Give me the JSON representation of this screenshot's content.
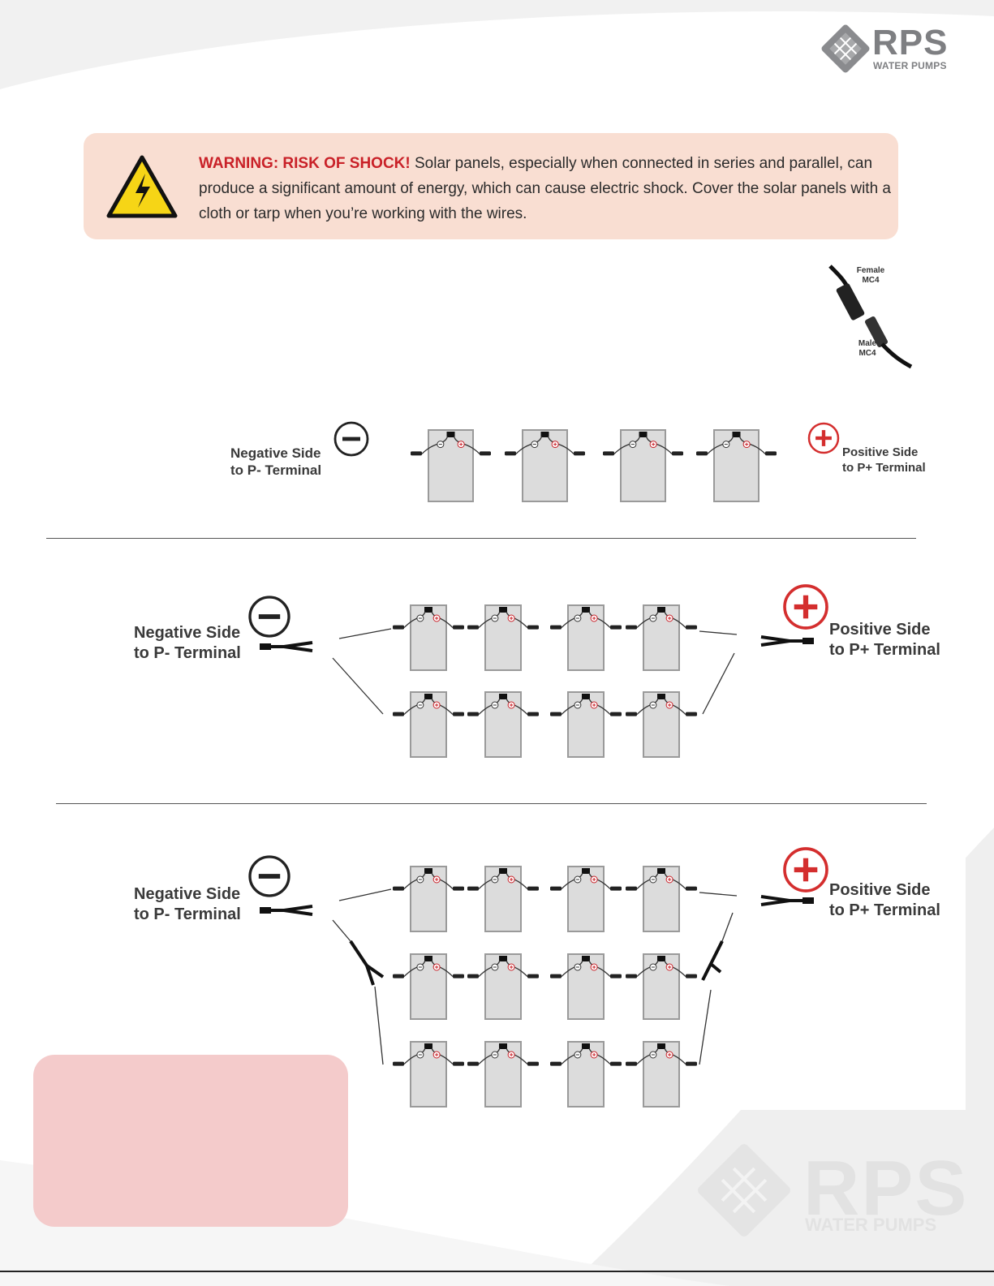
{
  "brand": {
    "title": "RPS",
    "subtitle": "WATER PUMPS"
  },
  "warning": {
    "heading": "WARNING: RISK OF SHOCK!",
    "body": " Solar panels, especially when connected in series and parallel, can produce a significant amount of energy, which can cause electric shock. Cover the solar panels with a cloth or tarp when you’re working with the wires."
  },
  "mc4": {
    "female": "Female MC4",
    "male": "Male MC4"
  },
  "diagrams": [
    {
      "negative_label_1": "Negative Side",
      "negative_label_2": "to P- Terminal",
      "positive_label_1": "Positive Side",
      "positive_label_2": "to P+ Terminal"
    },
    {
      "negative_label_1": "Negative Side",
      "negative_label_2": "to P- Terminal",
      "positive_label_1": "Positive Side",
      "positive_label_2": "to P+ Terminal"
    },
    {
      "negative_label_1": "Negative Side",
      "negative_label_2": "to P- Terminal",
      "positive_label_1": "Positive Side",
      "positive_label_2": "to P+ Terminal"
    }
  ],
  "colors": {
    "accent": "#c92128",
    "warning_bg": "#f9ded2",
    "callout_bg": "#f4cbcb"
  }
}
